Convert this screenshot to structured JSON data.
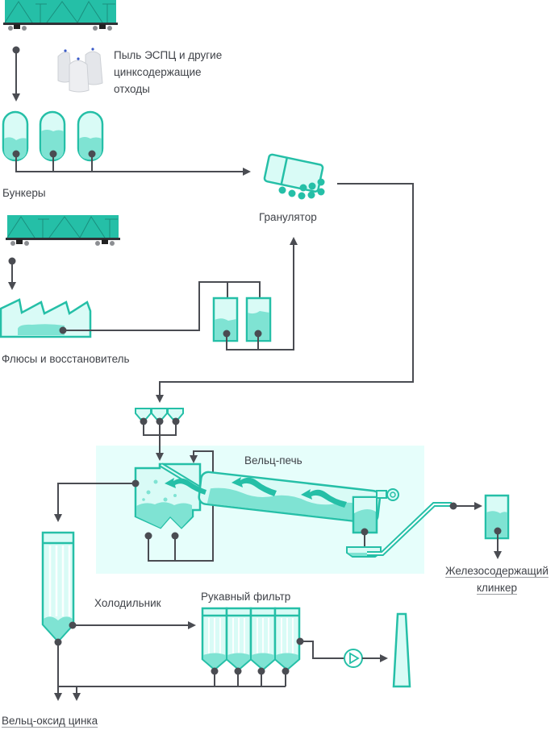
{
  "colors": {
    "accent": "#25BFA7",
    "accent_dark": "#1FA893",
    "fill_light": "#D9FBF6",
    "fill_mid": "#7FE3D3",
    "zone_bg": "#E6FEFB",
    "line": "#4A4C52",
    "text": "#3F4248"
  },
  "labels": {
    "waste": [
      "Пыль ЭСПЦ и другие",
      "цинксодержащие",
      "отходы"
    ],
    "bunkers": "Бункеры",
    "granulator": "Гранулятор",
    "fluxes": "Флюсы и восстановитель",
    "kiln": "Вельц-печь",
    "cooler": "Холодильник",
    "bag_filter": "Рукавный фильтр",
    "clinker": [
      "Железосодержащий",
      "клинкер"
    ],
    "zinc_oxide": "Вельц-оксид цинка"
  },
  "icons": {
    "railcar": "railcar-icon",
    "big_bags": "big-bag-icon",
    "fan": "fan-icon",
    "stack": "chimney-icon"
  }
}
